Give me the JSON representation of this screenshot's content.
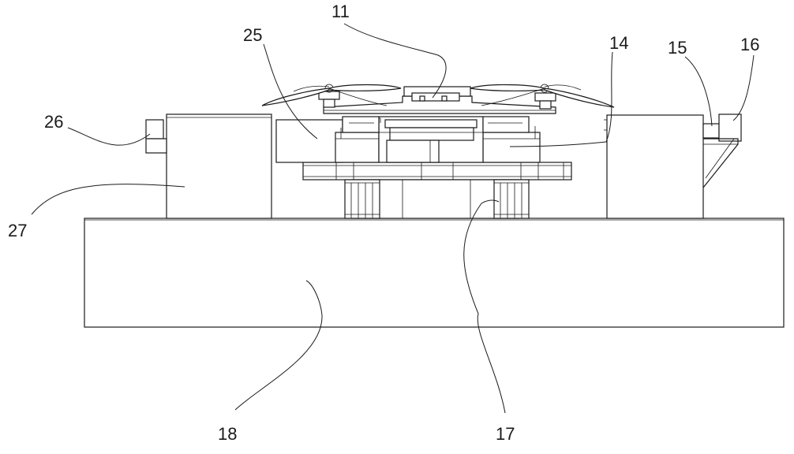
{
  "labels": {
    "l11": "11",
    "l14": "14",
    "l15": "15",
    "l16": "16",
    "l17": "17",
    "l18": "18",
    "l25": "25",
    "l26": "26",
    "l27": "27"
  }
}
